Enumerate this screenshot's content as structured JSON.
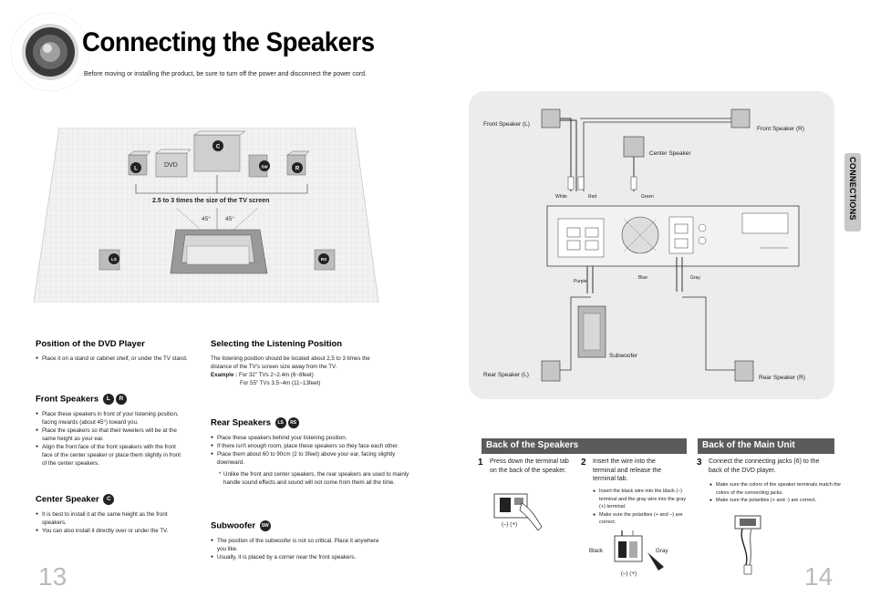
{
  "header": {
    "title": "Connecting the Speakers",
    "subtitle": "Before moving or installing the product, be sure to turn off the power and disconnect the power cord."
  },
  "room_diagram": {
    "tv_distance_label": "2.5 to 3 times the size of the TV screen",
    "angle_left": "45°",
    "angle_right": "45°",
    "dvd_label": "DVD",
    "badges": {
      "front_left": "L",
      "front_right": "R",
      "center": "C",
      "subwoofer": "SW",
      "rear_left": "LS",
      "rear_right": "RS"
    }
  },
  "sections": {
    "position": {
      "heading": "Position of the DVD Player",
      "bullets": [
        "Place it on a stand or cabinet shelf, or under the TV stand."
      ]
    },
    "front": {
      "heading": "Front Speakers",
      "badges": [
        "L",
        "R"
      ],
      "bullets": [
        "Place these speakers in front of your listening position, facing inwards (about 45°) toward you.",
        "Place the speakers so that their tweeters will be at the same height as your ear.",
        "Align the front face of the front speakers with the front face of the center speaker or place them slightly in front of the center speakers."
      ]
    },
    "center": {
      "heading": "Center Speaker",
      "badges": [
        "C"
      ],
      "bullets": [
        "It is best to install it at the same height as the front speakers.",
        "You can also install it directly over or under the TV."
      ]
    },
    "listening": {
      "heading": "Selecting the Listening Position",
      "text": "The listening position should be located about 2.5 to 3 times the distance of the TV's screen size away from the TV.",
      "example_label": "Example :",
      "example_1": "For 32\" TVs 2~2.4m (6~8feet)",
      "example_2": "For 55\" TVs 3.5~4m (11~13feet)"
    },
    "rear": {
      "heading": "Rear Speakers",
      "badges": [
        "LS",
        "RS"
      ],
      "bullets": [
        "Place these speakers behind your listening position.",
        "If there isn't enough room, place these speakers so they face each other.",
        "Place them about 60 to 90cm (2 to 3feet) above your ear, facing slightly downward."
      ],
      "note": "Unlike the front and center speakers, the rear speakers are used to mainly handle sound effects and sound will not come from them all the time."
    },
    "subwoofer": {
      "heading": "Subwoofer",
      "badges": [
        "SW"
      ],
      "bullets": [
        "The position of the subwoofer is not so critical. Place it anywhere you like.",
        "Usually, it is placed by a corner near the front speakers."
      ]
    }
  },
  "connection_diagram": {
    "front_left": "Front Speaker (L)",
    "front_right": "Front Speaker (R)",
    "center": "Center Speaker",
    "subwoofer": "Subwoofer",
    "rear_left": "Rear Speaker (L)",
    "rear_right": "Rear Speaker (R)",
    "wire_white": "White",
    "wire_red": "Red",
    "wire_green": "Green",
    "wire_purple": "Purple",
    "wire_blue": "Blue",
    "wire_gray": "Gray"
  },
  "side_tab": "CONNECTIONS",
  "back_of_speakers": {
    "title": "Back of the Speakers",
    "step1_num": "1",
    "step1": "Press down the terminal tab on the back of the speaker.",
    "step2_num": "2",
    "step2": "Insert the wire into the terminal and release the terminal tab.",
    "step2_bullets": [
      "Insert the black wire into the black (–) terminal and the gray wire into the gray (+) terminal.",
      "Make sure the polarities (+ and –) are correct."
    ],
    "polarity": "(–)  (+)",
    "black_label": "Black",
    "gray_label": "Gray"
  },
  "back_of_main_unit": {
    "title": "Back of the Main Unit",
    "step3_num": "3",
    "step3": "Connect the connecting jacks (6) to the back of the DVD player.",
    "step3_bullets": [
      "Make sure the colors of the speaker terminals match the colors of the connecting jacks.",
      "Make sure the polarities (+ and -) are correct."
    ]
  },
  "page_numbers": {
    "left": "13",
    "right": "14"
  },
  "colors": {
    "bar_bg": "#5b5b5b",
    "panel_bg": "#ececec",
    "page_num": "#bbbbbb"
  }
}
